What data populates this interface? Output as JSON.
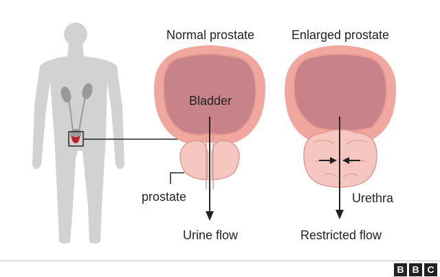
{
  "diagram": {
    "labels": {
      "normal_title": "Normal prostate",
      "enlarged_title": "Enlarged prostate",
      "bladder": "Bladder",
      "prostate": "prostate",
      "urethra": "Urethra",
      "urine_flow": "Urine flow",
      "restricted_flow": "Restricted flow"
    },
    "colors": {
      "body_silhouette": "#d2d2d2",
      "kidney_organs": "#9a9a9a",
      "bladder_outer": "#f0a89e",
      "bladder_inner": "#c8838a",
      "prostate_tissue": "#f6c7c1",
      "prostate_outline": "#e09a90",
      "arrow": "#222222"
    }
  },
  "footer": {
    "logo_letters": [
      "B",
      "B",
      "C"
    ]
  }
}
